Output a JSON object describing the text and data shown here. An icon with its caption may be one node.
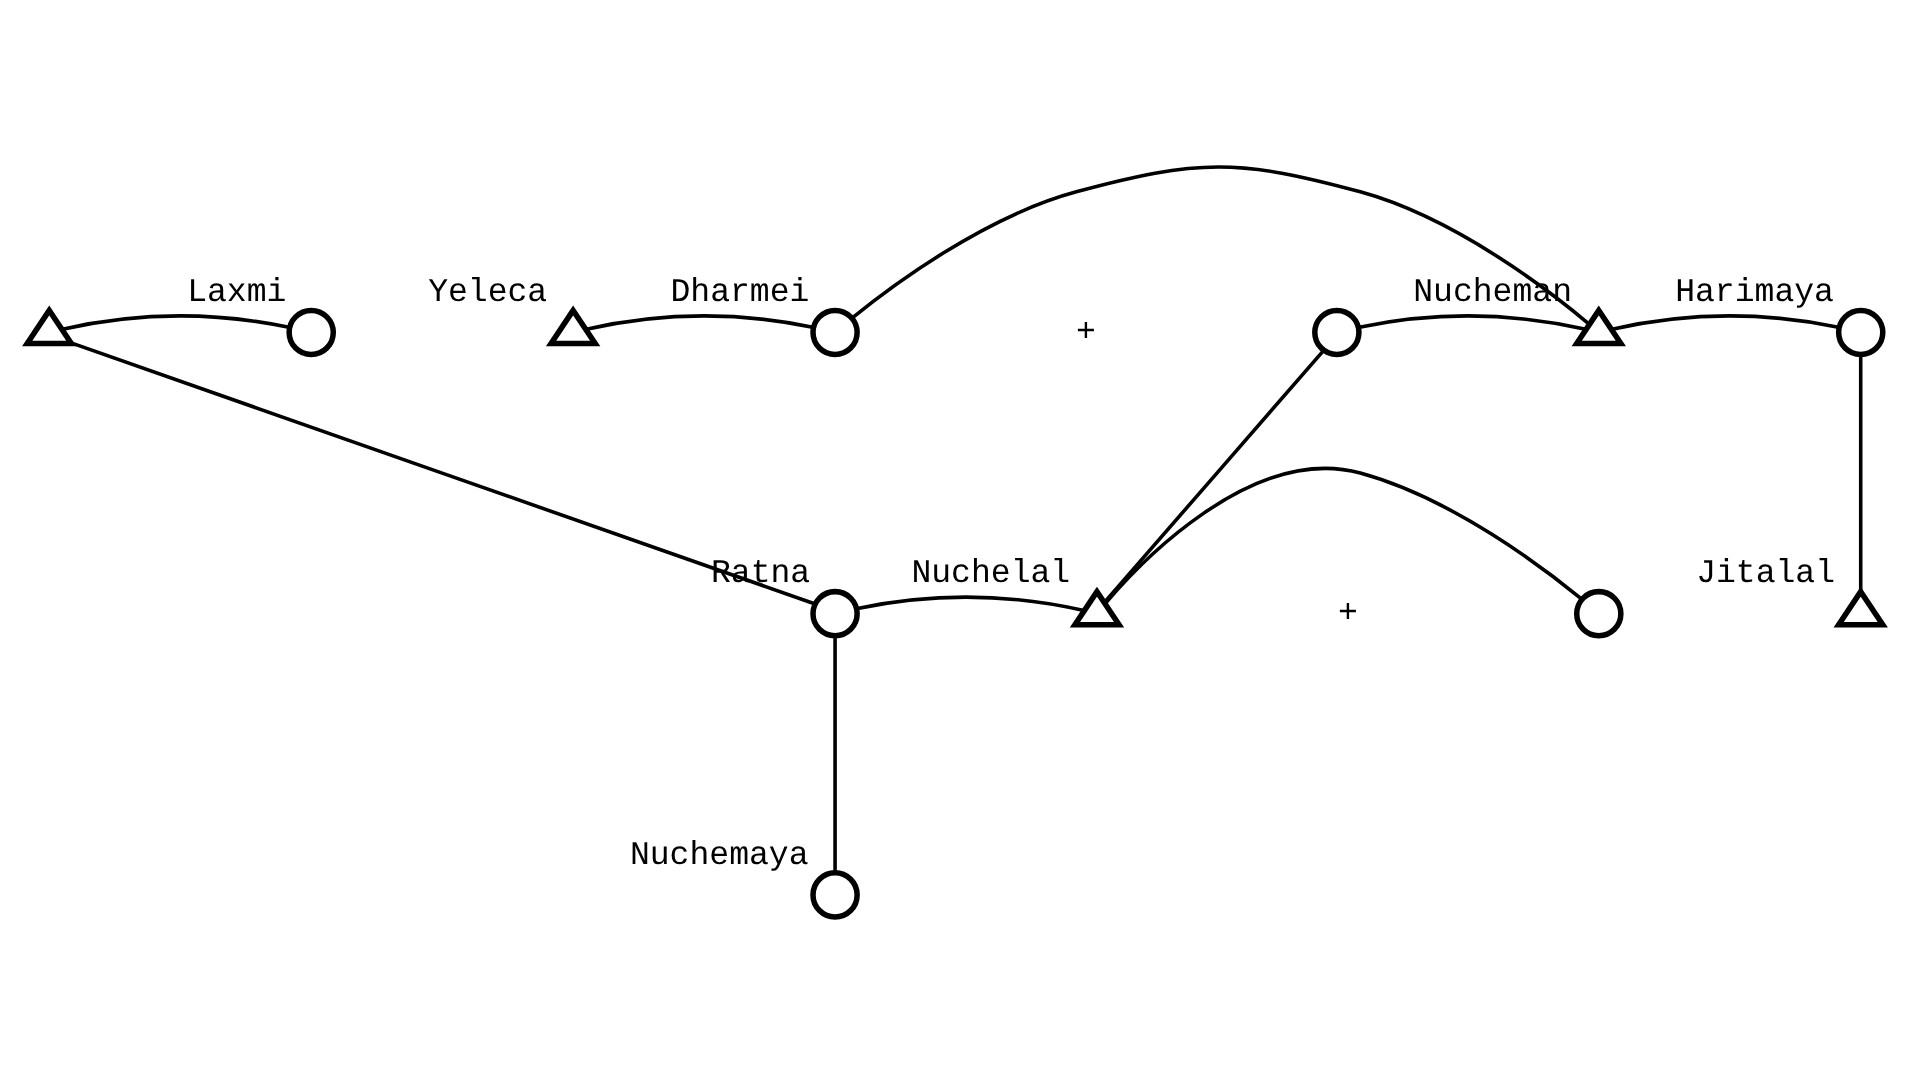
{
  "diagram": {
    "nodes": [
      {
        "text": [],
        "shape": "triangle"
      },
      {
        "text": [],
        "shape": "circle",
        "beside": [
          "Laxmi"
        ]
      },
      {
        "text": [],
        "shape": "triangle",
        "beside": [
          "Yeleca"
        ]
      },
      {
        "text": [],
        "shape": "circle",
        "beside": [
          "Dharmei"
        ]
      },
      {
        "text": [],
        "shape": "circle"
      },
      {
        "text": [],
        "shape": "triangle",
        "beside": [
          "Nucheman"
        ]
      },
      {
        "text": [],
        "shape": "circle",
        "beside": [
          "Harimaya"
        ]
      },
      {
        "text": [],
        "shape": "circle",
        "beside": [
          "Ratna"
        ]
      },
      {
        "text": [],
        "shape": "triangle",
        "beside": [
          "Nuchelal"
        ]
      },
      {
        "text": [],
        "shape": "circle"
      },
      {
        "text": [],
        "shape": "triangle",
        "beside": [
          "Jitalal"
        ]
      },
      {
        "text": [],
        "shape": "circle",
        "beside": [
          "Nuchemaya"
        ]
      }
    ],
    "edges": [
      {
        "from": 2,
        "to": 3,
        "arrow": "none"
      },
      {
        "from": 3,
        "to": 5,
        "arrow": "none"
      },
      {
        "from": 0,
        "to": 1,
        "arrow": "none"
      },
      {
        "from": 4,
        "to": 5,
        "arrow": "none"
      },
      {
        "from": 5,
        "to": 6,
        "arrow": "none"
      },
      {
        "from": 0,
        "to": 7,
        "arrow": "none"
      },
      {
        "from": 4,
        "to": 8,
        "arrow": "none"
      },
      {
        "from": 6,
        "to": 10,
        "arrow": "none"
      },
      {
        "from": 7,
        "to": 8,
        "arrow": "none"
      },
      {
        "from": 8,
        "to": 9,
        "arrow": "none"
      },
      {
        "from": 7,
        "to": 11,
        "arrow": "none"
      }
    ],
    "labels": [
      "+",
      "+"
    ]
  }
}
